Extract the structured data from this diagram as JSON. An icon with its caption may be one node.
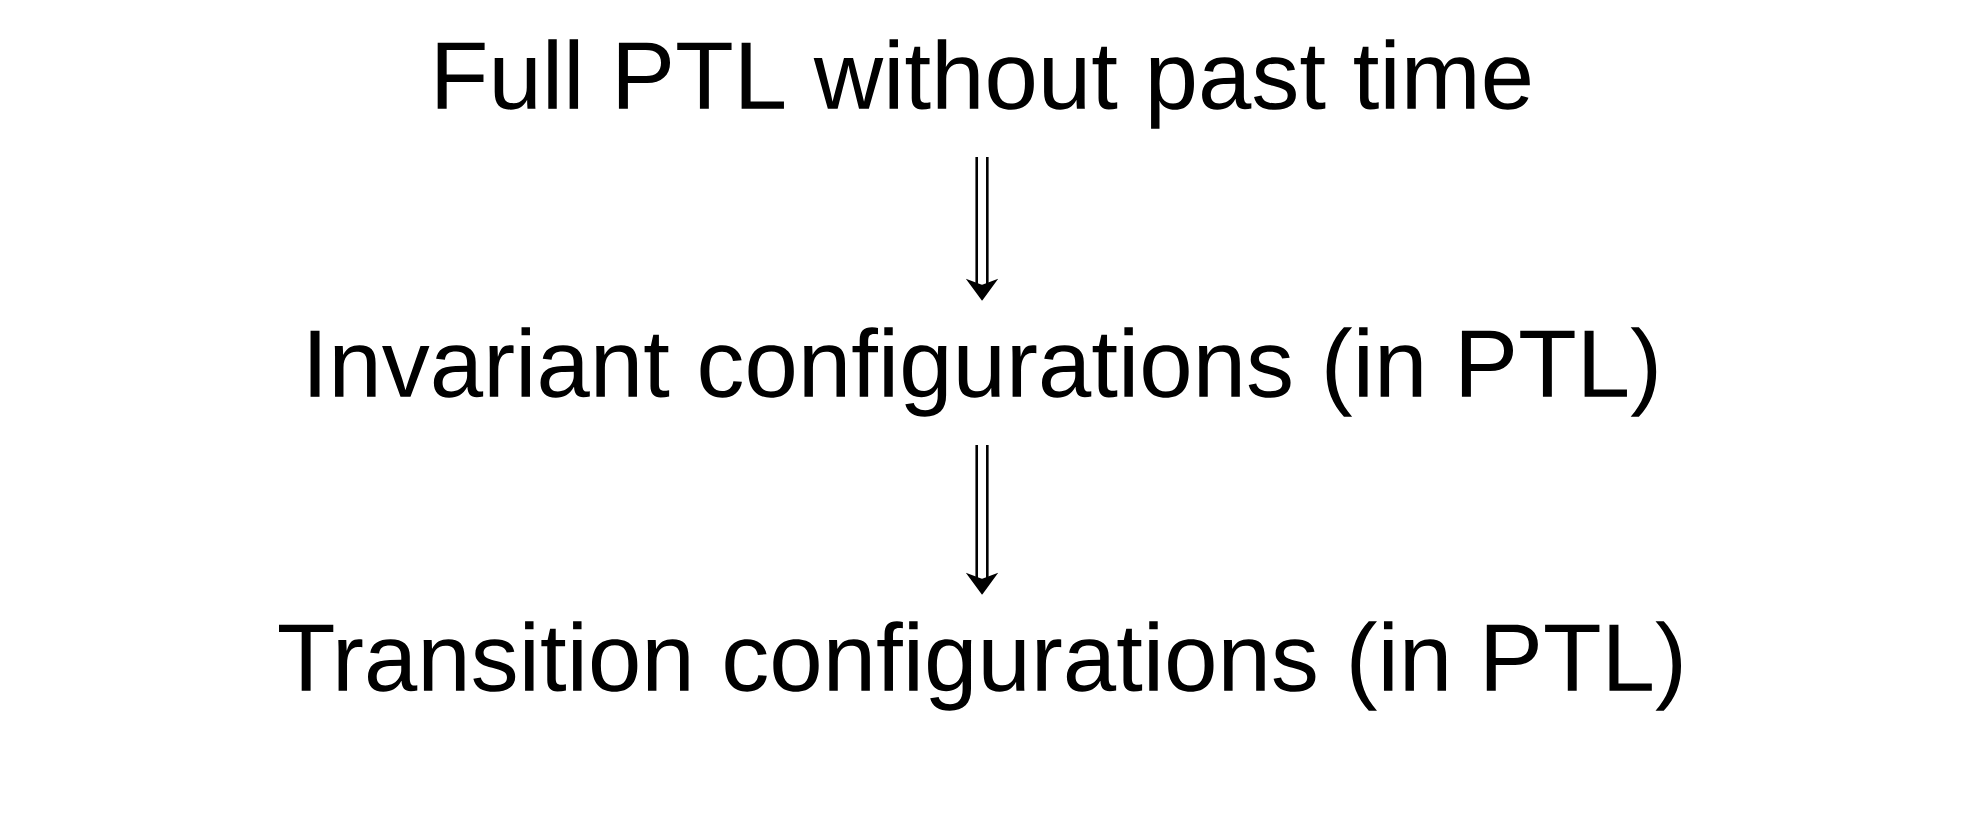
{
  "diagram": {
    "nodes": [
      {
        "text": [
          "Full PTL without past time"
        ]
      },
      {
        "text": [
          "Invariant configurations (in PTL)"
        ]
      },
      {
        "text": [
          "Transition configurations (in PTL)"
        ]
      }
    ],
    "edges": [
      {
        "from": 0,
        "to": 1,
        "arrow": "to"
      },
      {
        "from": 1,
        "to": 2,
        "arrow": "to"
      }
    ]
  }
}
